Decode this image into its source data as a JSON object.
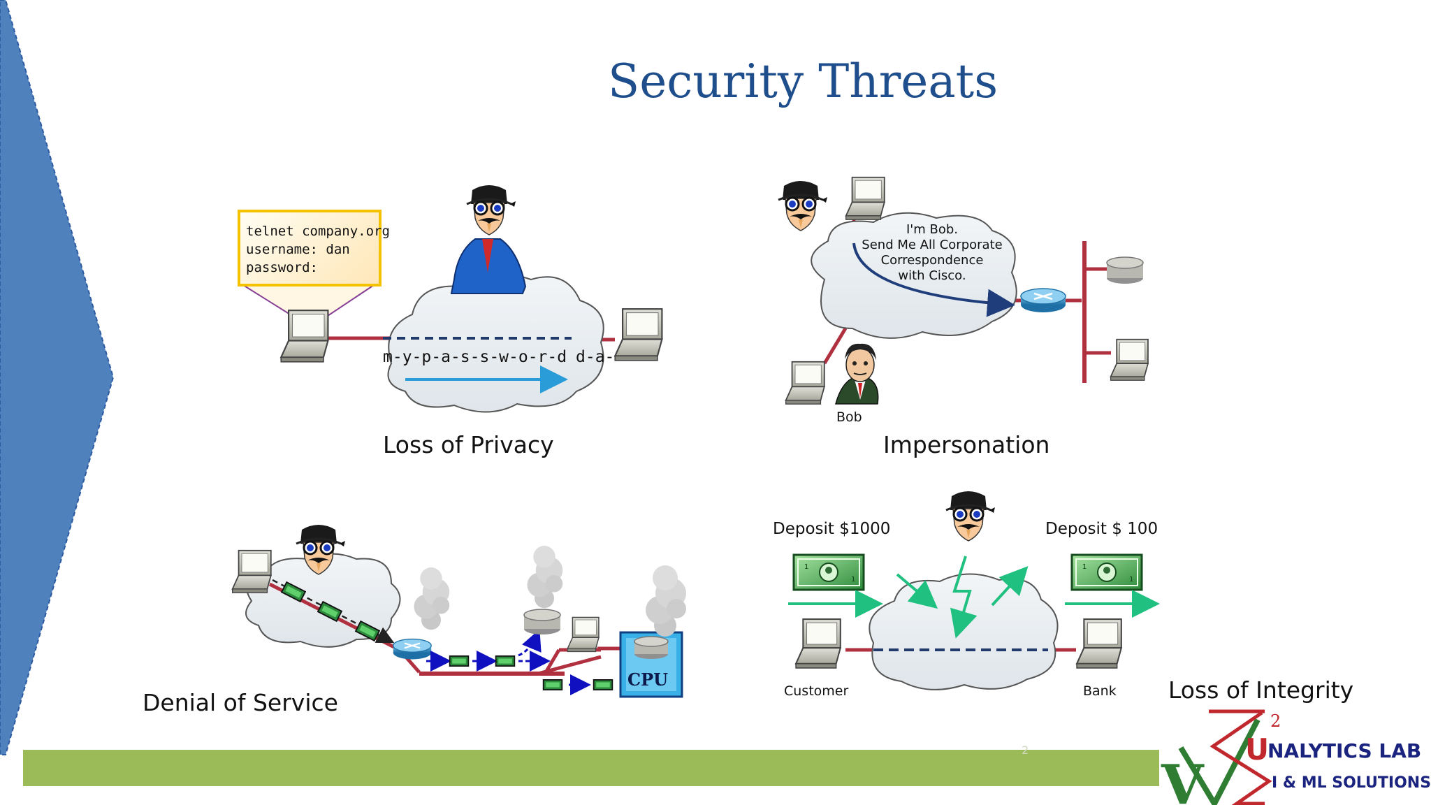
{
  "slide": {
    "title": "Security Threats",
    "page_number": "2"
  },
  "privacy": {
    "caption": "Loss of Privacy",
    "callout_lines": [
      "telnet company.org",
      "username: dan",
      "password:"
    ],
    "stream_text": "m-y-p-a-s-s-w-o-r-d",
    "stream_tail": "d-a-n"
  },
  "impersonation": {
    "caption": "Impersonation",
    "bubble_lines": [
      "I'm Bob.",
      "Send Me All Corporate",
      "Correspondence",
      "with Cisco."
    ],
    "person_label": "Bob"
  },
  "dos": {
    "caption": "Denial of Service",
    "cpu_label": "CPU"
  },
  "integrity": {
    "caption": "Loss of Integrity",
    "left_amount": "Deposit $1000",
    "right_amount": "Deposit $ 100",
    "left_label": "Customer",
    "right_label": "Bank"
  },
  "logo": {
    "line1": "NALYTICS LAB",
    "line2": "I & ML SOLUTIONS",
    "superscript": "2",
    "letter_u": "U"
  },
  "colors": {
    "title_blue": "#1f4e8c",
    "chevron_blue": "#4f81bd",
    "green_bar": "#9bbb59",
    "logo_red": "#c0282d",
    "logo_green": "#2e7d32",
    "logo_navy": "#1a237e"
  }
}
